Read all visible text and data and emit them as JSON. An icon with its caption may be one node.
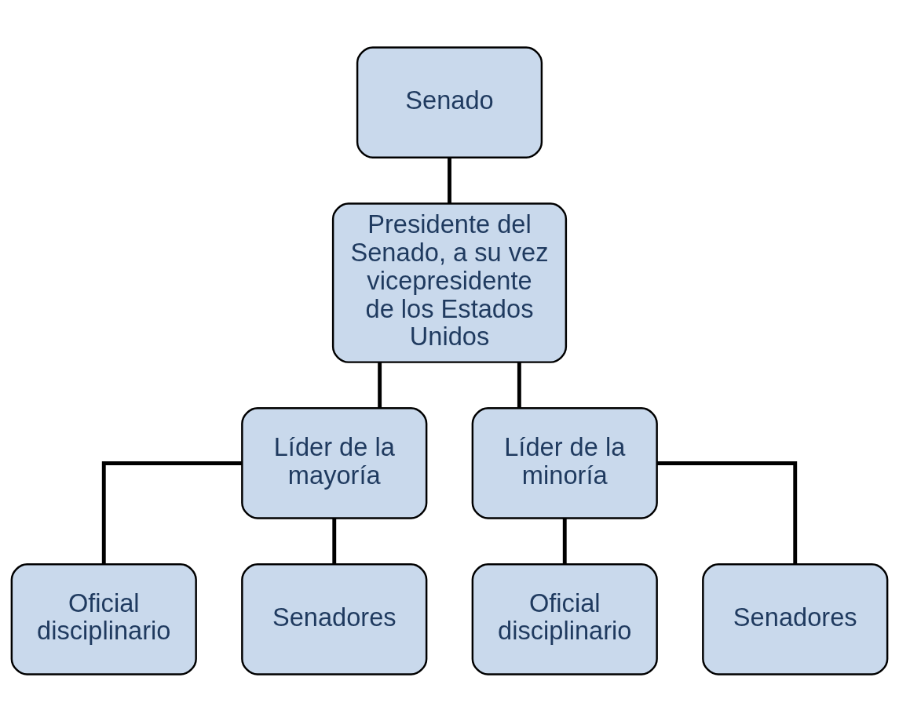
{
  "diagram": {
    "nodes": [
      {
        "text": [
          "Senado"
        ]
      },
      {
        "text": [
          "Presidente del Senado, a su vez vicepresidente de los Estados Unidos"
        ]
      },
      {
        "text": [
          "Líder de la mayoría"
        ]
      },
      {
        "text": [
          "Líder de la minoría"
        ]
      },
      {
        "text": [
          "Oficial disciplinario"
        ]
      },
      {
        "text": [
          "Senadores"
        ]
      },
      {
        "text": [
          "Oficial disciplinario"
        ]
      },
      {
        "text": [
          "Senadores"
        ]
      }
    ],
    "edges": [
      {
        "from": 0,
        "to": 1,
        "arrow": "none"
      },
      {
        "from": 1,
        "to": 2,
        "arrow": "none"
      },
      {
        "from": 1,
        "to": 3,
        "arrow": "none"
      },
      {
        "from": 2,
        "to": 4,
        "arrow": "none"
      },
      {
        "from": 2,
        "to": 5,
        "arrow": "none"
      },
      {
        "from": 3,
        "to": 6,
        "arrow": "none"
      },
      {
        "from": 3,
        "to": 7,
        "arrow": "none"
      }
    ]
  }
}
